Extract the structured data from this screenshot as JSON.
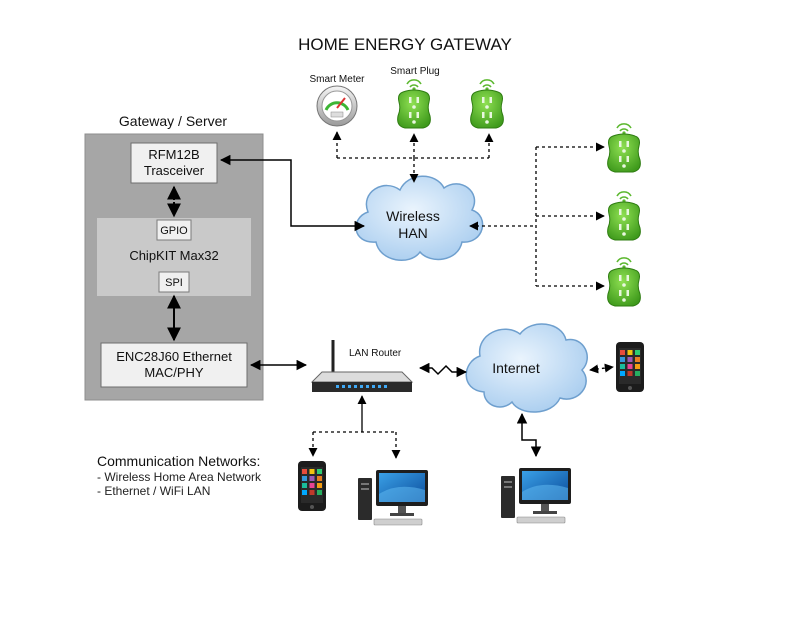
{
  "title": "HOME ENERGY GATEWAY",
  "gateway": {
    "label": "Gateway / Server",
    "rfm_line1": "RFM12B",
    "rfm_line2": "Trasceiver",
    "gpio": "GPIO",
    "chipkit": "ChipKIT Max32",
    "spi": "SPI",
    "enc_line1": "ENC28J60 Ethernet",
    "enc_line2": "MAC/PHY"
  },
  "devices": {
    "smart_meter": "Smart Meter",
    "smart_plug": "Smart Plug",
    "lan_router": "LAN Router"
  },
  "clouds": {
    "han_line1": "Wireless",
    "han_line2": "HAN",
    "internet": "Internet"
  },
  "legend": {
    "heading": "Communication Networks:",
    "items": [
      "- Wireless Home Area Network",
      "- Ethernet / WiFi LAN"
    ]
  },
  "colors": {
    "plug_green": "#5cb82f",
    "gateway_bg": "#a6a6a6",
    "cloud_fill": "#b9d7f2",
    "cloud_stroke": "#6e9fce"
  }
}
